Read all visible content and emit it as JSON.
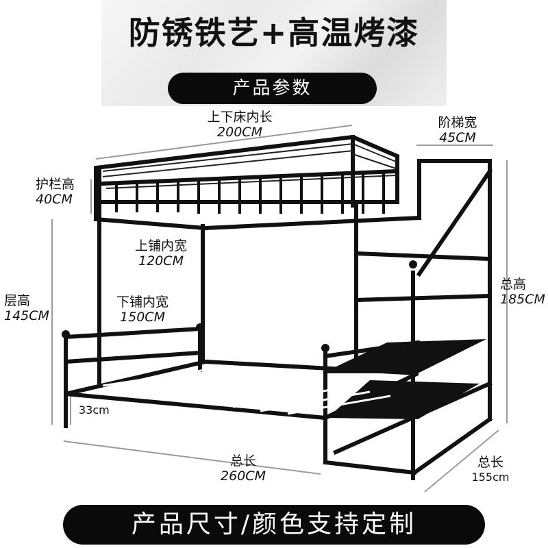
{
  "header": {
    "headline": "防锈铁艺+高温烤漆",
    "section_title": "产品参数"
  },
  "dimensions": {
    "inner_length": {
      "label": "上下床内长",
      "value": "200CM"
    },
    "stair_width": {
      "label": "阶梯宽",
      "value": "45CM"
    },
    "rail_height": {
      "label": "护栏高",
      "value": "40CM"
    },
    "upper_width": {
      "label": "上铺内宽",
      "value": "120CM"
    },
    "lower_width": {
      "label": "下铺内宽",
      "value": "150CM"
    },
    "layer_height": {
      "label": "层高",
      "value": "145CM"
    },
    "total_height": {
      "label": "总高",
      "value": "185CM"
    },
    "clearance": {
      "value": "33cm"
    },
    "total_length": {
      "label": "总长",
      "value": "260CM"
    },
    "total_depth": {
      "label": "总长",
      "value": "155cm"
    }
  },
  "footer": {
    "banner": "产品尺寸/颜色支持定制"
  }
}
